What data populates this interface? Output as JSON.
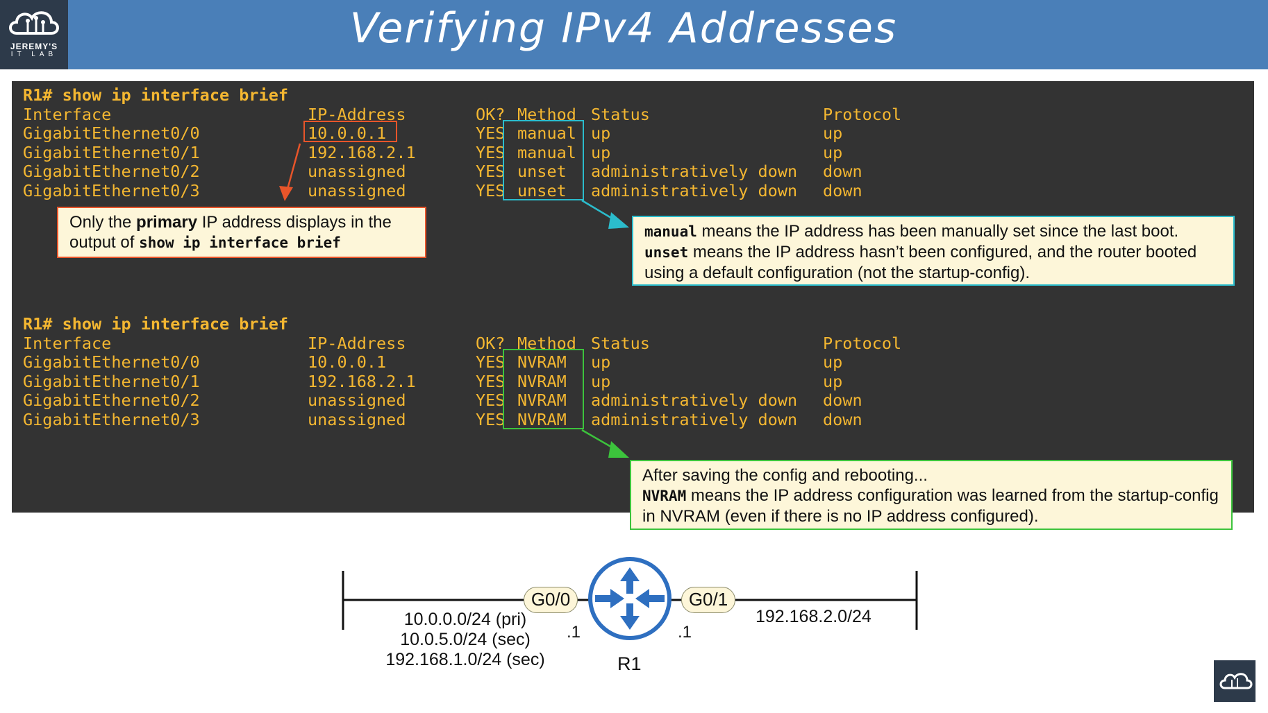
{
  "header": {
    "title": "Verifying IPv4 Addresses",
    "logo": {
      "line1": "JEREMY'S",
      "line2": "IT LAB",
      "icon": "cloud-circuit-icon"
    },
    "colors": {
      "bar": "#4a7fb8",
      "logo_bg": "#2d3a4a"
    }
  },
  "terminal": {
    "colors": {
      "background": "#333333",
      "text": "#f4b731"
    },
    "blocks": [
      {
        "command": "R1# show ip interface brief",
        "header": {
          "interface": "Interface",
          "ip": "IP-Address",
          "ok": "OK?",
          "method": "Method",
          "status": "Status",
          "protocol": "Protocol"
        },
        "rows": [
          {
            "interface": "GigabitEthernet0/0",
            "ip": "10.0.0.1",
            "ok": "YES",
            "method": "manual",
            "status": "up",
            "protocol": "up"
          },
          {
            "interface": "GigabitEthernet0/1",
            "ip": "192.168.2.1",
            "ok": "YES",
            "method": "manual",
            "status": "up",
            "protocol": "up"
          },
          {
            "interface": "GigabitEthernet0/2",
            "ip": "unassigned",
            "ok": "YES",
            "method": "unset",
            "status": "administratively down",
            "protocol": "down"
          },
          {
            "interface": "GigabitEthernet0/3",
            "ip": "unassigned",
            "ok": "YES",
            "method": "unset",
            "status": "administratively down",
            "protocol": "down"
          }
        ]
      },
      {
        "command": "R1# show ip interface brief",
        "header": {
          "interface": "Interface",
          "ip": "IP-Address",
          "ok": "OK?",
          "method": "Method",
          "status": "Status",
          "protocol": "Protocol"
        },
        "rows": [
          {
            "interface": "GigabitEthernet0/0",
            "ip": "10.0.0.1",
            "ok": "YES",
            "method": "NVRAM",
            "status": "up",
            "protocol": "up"
          },
          {
            "interface": "GigabitEthernet0/1",
            "ip": "192.168.2.1",
            "ok": "YES",
            "method": "NVRAM",
            "status": "up",
            "protocol": "up"
          },
          {
            "interface": "GigabitEthernet0/2",
            "ip": "unassigned",
            "ok": "YES",
            "method": "NVRAM",
            "status": "administratively down",
            "protocol": "down"
          },
          {
            "interface": "GigabitEthernet0/3",
            "ip": "unassigned",
            "ok": "YES",
            "method": "NVRAM",
            "status": "administratively down",
            "protocol": "down"
          }
        ]
      }
    ]
  },
  "notes": {
    "primary": {
      "prefix": "Only the ",
      "bold": "primary",
      "middle": " IP address displays in the output of ",
      "code": "show ip interface brief",
      "border_color": "#e8552a"
    },
    "method": {
      "manual_term": "manual",
      "manual_text": " means the IP address has been manually set since the last boot.",
      "unset_term": "unset",
      "unset_text": " means the IP address hasn’t been configured, and the router booted using a default configuration (not the startup-config).",
      "border_color": "#2bbccc"
    },
    "nvram": {
      "intro": "After saving the config and rebooting...",
      "term": "NVRAM",
      "text": " means the IP address configuration was learned from the startup-config in NVRAM (even if there is no IP address configured).",
      "border_color": "#3cc33c"
    }
  },
  "diagram": {
    "router_label": "R1",
    "router_icon": "router-icon",
    "router_color": "#2e6fc0",
    "left_port": "G0/0",
    "right_port": "G0/1",
    "left_host": ".1",
    "right_host": ".1",
    "left_networks": [
      "10.0.0.0/24 (pri)",
      "10.0.5.0/24 (sec)",
      "192.168.1.0/24 (sec)"
    ],
    "right_network": "192.168.2.0/24"
  },
  "corner_logo_icon": "cloud-circuit-icon"
}
